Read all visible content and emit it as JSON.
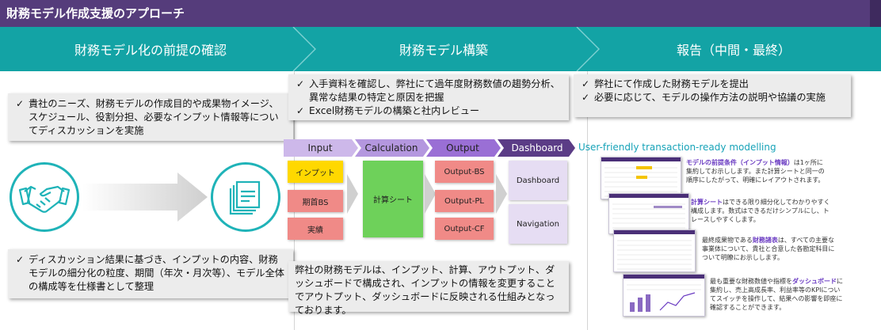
{
  "title": "財務モデル作成支援のアプローチ",
  "phases": [
    {
      "label": "財務モデル化の前提の確認"
    },
    {
      "label": "財務モデル構築"
    },
    {
      "label": "報告（中間・最終）"
    }
  ],
  "notes": {
    "phase1_top": [
      "貴社のニーズ、財務モデルの作成目的や成果物イメージ、スケジュール、役割分担、必要なインプット情報等についてディスカッションを実施"
    ],
    "phase1_bottom": [
      "ディスカッション結果に基づき、インプットの内容、財務モデルの細分化の粒度、期間（年次・月次等）、モデル全体の構成等を仕様書として整理"
    ],
    "phase2_top": [
      "入手資料を確認し、弊社にて過年度財務数値の趨勢分析、異常な結果の特定と原因を把握",
      "Excel財務モデルの構築と社内レビュー"
    ],
    "phase3_top": [
      "弊社にて作成した財務モデルを提出",
      "必要に応じて、モデルの操作方法の説明や協議の実施"
    ]
  },
  "model_description": "弊社の財務モデルは、インプット、計算、アウトプット、ダッシュボードで構成され、インプットの情報を変更することでアウトプット、ダッシュボードに反映される仕組みとなっております。",
  "flow": {
    "stages": [
      "Input",
      "Calculation",
      "Output",
      "Dashboard"
    ],
    "input_items": [
      "インプット",
      "期首BS",
      "実績"
    ],
    "calc_item": "計算シート",
    "output_items": [
      "Output-BS",
      "Output-PL",
      "Output-CF"
    ],
    "dashboard_items": [
      "Dashboard",
      "Navigation"
    ]
  },
  "tagline": "User-friendly transaction-ready modelling",
  "captions": [
    {
      "hl": "モデルの前提条件（インプット情報）",
      "t1": "は1ヶ所に",
      "t2": "集約してお示しします。また計算シートと同一の",
      "t3": "順序にしたがって、明確にレイアウトされます。"
    },
    {
      "hl": "計算シート",
      "t1": "はできる限り細分化してわかりやすく",
      "t2": "構成します。数式はできるだけシンプルにし、ト",
      "t3": "レースしやすくします。"
    },
    {
      "pre": "最終成果物である",
      "hl": "財務諸表",
      "t1": "は、すべての主要な",
      "t2": "事業体について、貴社と合意した各勘定科目に",
      "t3": "ついて明瞭にお示しします。"
    },
    {
      "pre": "最も重要な財務数値や指標を",
      "hl": "ダッシュボード",
      "t1": "に",
      "t2": "集約し、売上高成長率、利益率等のKPIについ",
      "t3": "てスイッチを操作して、結果への影響を即座に",
      "t4": "確認することができます。"
    }
  ],
  "colors": {
    "title_bg": "#553c7b",
    "band": "#13a3a5",
    "teal_icon": "#1fb3b8",
    "input": "#ffd800",
    "calc": "#6ed15a",
    "output": "#f08a87",
    "dashboard": "#e6ddf3"
  }
}
